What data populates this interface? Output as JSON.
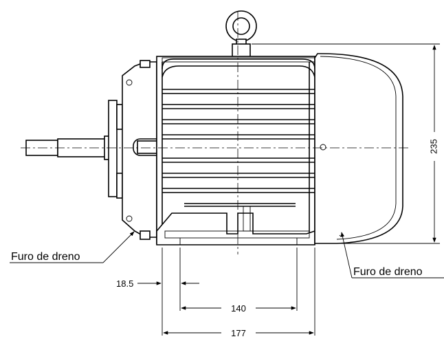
{
  "labels": {
    "drain_left": "Furo de dreno",
    "drain_right": "Furo de dreno"
  },
  "dimensions": {
    "height": "235",
    "foot_offset": "18.5",
    "foot_spacing": "140",
    "foot_width": "177"
  },
  "colors": {
    "line": "#000000",
    "background": "#ffffff"
  }
}
